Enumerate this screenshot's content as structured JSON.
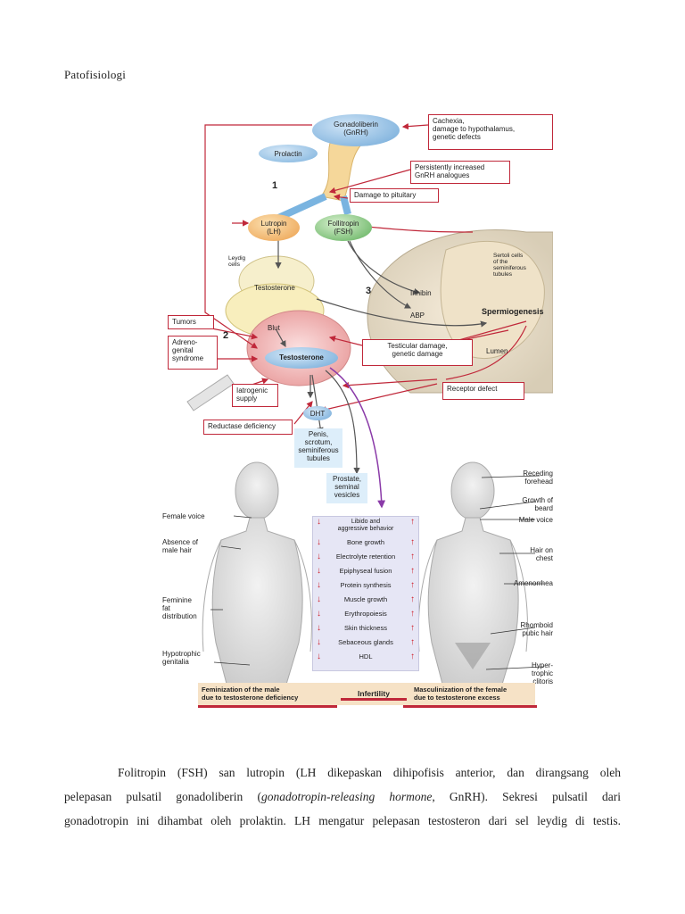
{
  "heading": "Patofisiologi",
  "figure": {
    "hypothalamus": "Gonadoliberin\n(GnRH)",
    "prolactin": "Prolactin",
    "lutropin": "Lutropin\n(LH)",
    "follitropin": "Follitropin\n(FSH)",
    "leydig": "Leydig\ncells",
    "testosterone_cell": "Testosterone",
    "blood": "Blut",
    "testosterone_blood": "Testosterone",
    "dht": "DHT",
    "inhibin": "Inhibin",
    "abp": "ABP",
    "sertoli": "Sertoli cells\nof the\nseminiferous\ntubules",
    "spermiogenesis": "Spermiogenesis",
    "lumen": "Lumen",
    "targets_dht": "Penis,\nscrotum,\nseminiferous\ntubules",
    "targets_prostate": "Prostate,\nseminal\nvesicles",
    "numbers": [
      "1",
      "2",
      "3"
    ],
    "defects": {
      "cachexia": "Cachexia,\ndamage to hypothalamus,\ngenetic defects",
      "gnrh_analogues": "Persistently increased\nGnRH analogues",
      "pituitary": "Damage to pituitary",
      "tumors": "Tumors",
      "adrenogenital": "Adreno-\ngenital\nsyndrome",
      "iatrogenic": "Iatrogenic\nsupply",
      "reductase": "Reductase deficiency",
      "testicular": "Testicular damage,\ngenetic damage",
      "receptor": "Receptor defect"
    },
    "male_labels": [
      "Female voice",
      "Absence of\nmale hair",
      "Feminine\nfat\ndistribution",
      "Hypotrophic\ngenitalia"
    ],
    "female_labels": [
      "Receding\nforehead",
      "Growth of\nbeard",
      "Male voice",
      "Hair on\nchest",
      "Amenorrhea",
      "Rhomboid\npubic hair",
      "Hyper-\ntrophic\nclitoris"
    ],
    "effects": [
      "Libido and\naggressive behavior",
      "Bone growth",
      "Electrolyte retention",
      "Epiphyseal fusion",
      "Protein synthesis",
      "Muscle growth",
      "Erythropoiesis",
      "Skin thickness",
      "Sebaceous glands",
      "HDL"
    ],
    "footer": {
      "left": "Feminization of the male\ndue to testosterone deficiency",
      "center": "Infertility",
      "right": "Masculinization of the female\ndue to testosterone excess"
    },
    "colors": {
      "defect_red": "#c0283a",
      "lh_orange": "#f0b060",
      "fsh_green": "#7fc47a",
      "hormone_blue": "#6fa8d8",
      "effects_bg": "#e6e6f5"
    }
  },
  "paragraph": {
    "line1": "Folitropin (FSH) san lutropin (LH dikepaskan dihipofisis anterior, dan dirangsang oleh",
    "line2_a": "pelepasan pulsatil gonadoliberin (",
    "line2_italic": "gonadotropin-releasing hormone",
    "line2_b": ", GnRH). Sekresi pulsatil dari",
    "line3": "gonadotropin ini dihambat oleh prolaktin. LH mengatur pelepasan testosteron dari sel leydig di testis."
  }
}
